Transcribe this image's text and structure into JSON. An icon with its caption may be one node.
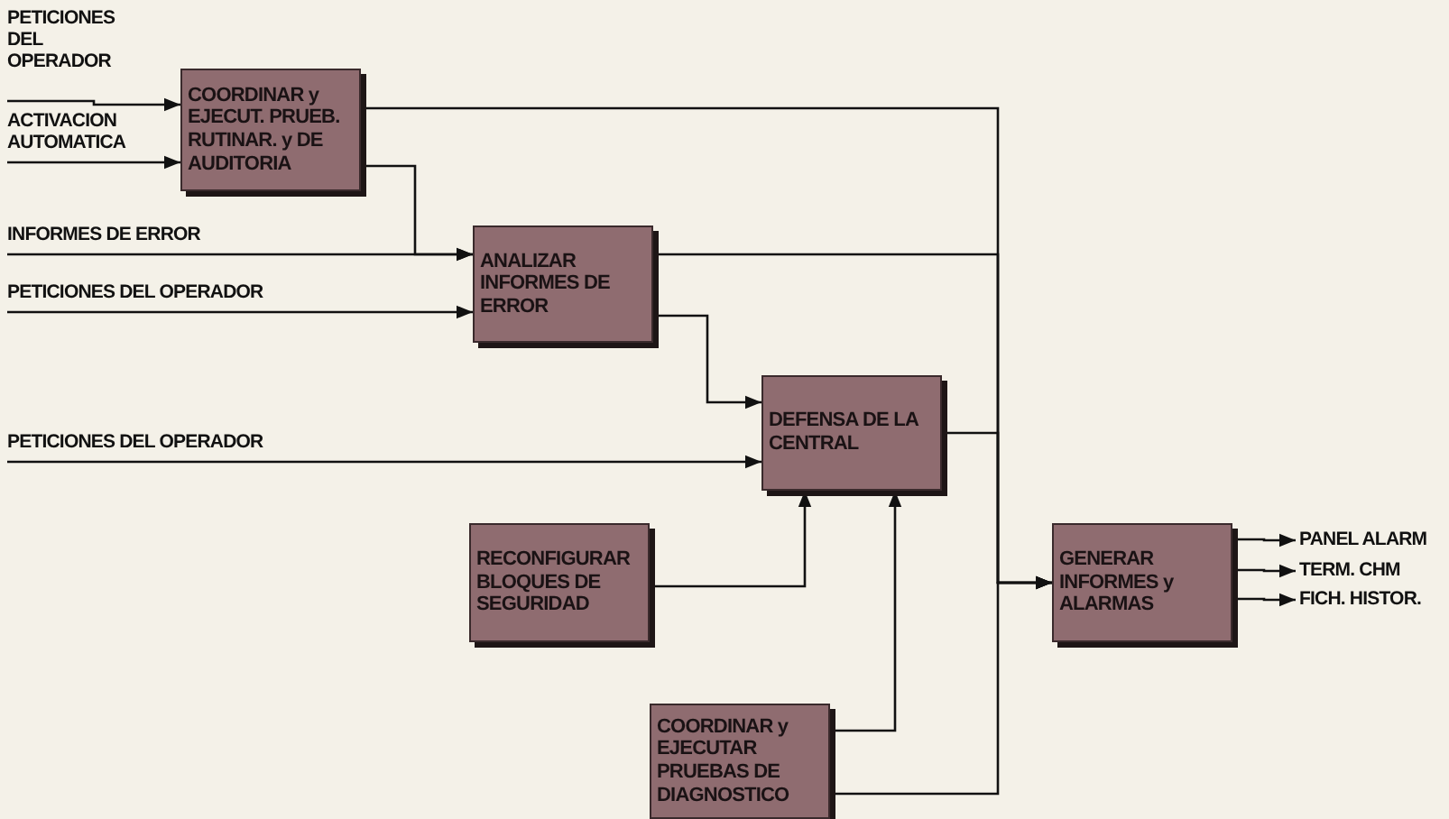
{
  "diagram": {
    "nodes": [
      {
        "text": [
          "PETICIONES DEL OPERADOR"
        ]
      },
      {
        "text": [
          "ACTIVACION AUTOMATICA"
        ]
      },
      {
        "text": [
          "INFORMES DE ERROR"
        ]
      },
      {
        "text": [
          "PETICIONES DEL OPERADOR"
        ]
      },
      {
        "text": [
          "PETICIONES DEL OPERADOR"
        ]
      },
      {
        "text": [
          "COORDINAR y EJECUT. PRUEB. RUTINAR. y DE AUDITORIA"
        ]
      },
      {
        "text": [
          "ANALIZAR INFORMES DE ERROR"
        ]
      },
      {
        "text": [
          "DEFENSA DE LA CENTRAL"
        ]
      },
      {
        "text": [
          "RECONFIGURAR BLOQUES DE SEGURIDAD"
        ]
      },
      {
        "text": [
          "GENERAR INFORMES y ALARMAS"
        ]
      },
      {
        "text": [
          "COORDINAR y EJECUTAR PRUEBAS DE DIAGNOSTICO"
        ]
      },
      {
        "text": [
          "PANEL ALARM"
        ]
      },
      {
        "text": [
          "TERM. CHM"
        ]
      },
      {
        "text": [
          "FICH. HISTOR."
        ]
      }
    ],
    "edges": [
      {
        "from": 0,
        "to": 5,
        "arrow": "to"
      },
      {
        "from": 1,
        "to": 5,
        "arrow": "to"
      },
      {
        "from": 2,
        "to": 6,
        "arrow": "to"
      },
      {
        "from": 3,
        "to": 6,
        "arrow": "to"
      },
      {
        "from": 4,
        "to": 7,
        "arrow": "to"
      },
      {
        "from": 5,
        "to": 6,
        "arrow": "to"
      },
      {
        "from": 5,
        "to": 9,
        "arrow": "to"
      },
      {
        "from": 6,
        "to": 9,
        "arrow": "to"
      },
      {
        "from": 6,
        "to": 7,
        "arrow": "to"
      },
      {
        "from": 7,
        "to": 9,
        "arrow": "to"
      },
      {
        "from": 8,
        "to": 7,
        "arrow": "to"
      },
      {
        "from": 10,
        "to": 7,
        "arrow": "to"
      },
      {
        "from": 10,
        "to": 9,
        "arrow": "to"
      },
      {
        "from": 9,
        "to": 11,
        "arrow": "to"
      },
      {
        "from": 9,
        "to": 12,
        "arrow": "to"
      },
      {
        "from": 9,
        "to": 13,
        "arrow": "to"
      }
    ]
  }
}
